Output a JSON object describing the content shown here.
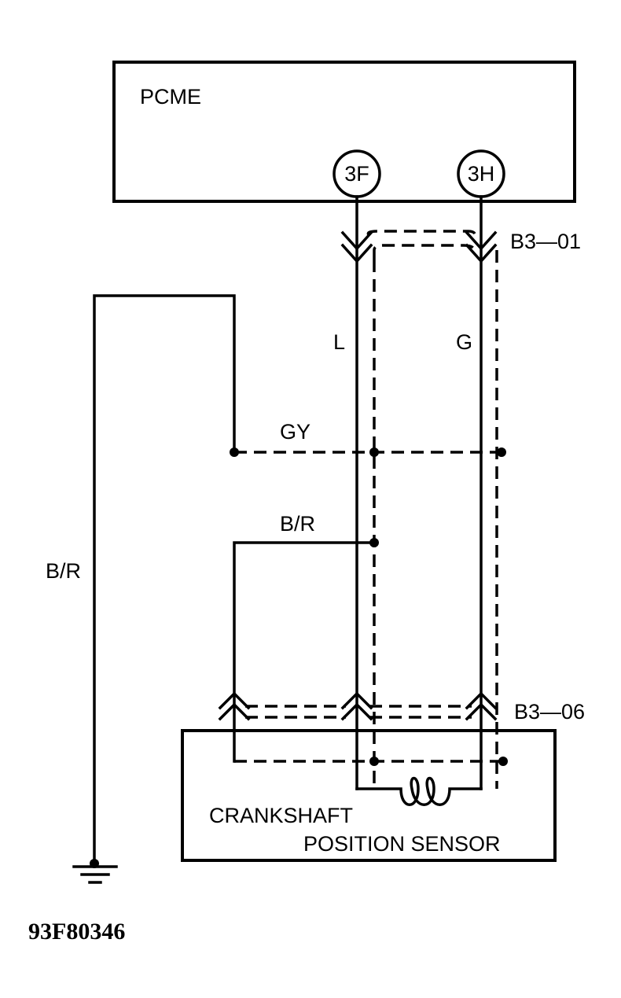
{
  "labels": {
    "pcme": "PCME",
    "pin_3f": "3F",
    "pin_3h": "3H",
    "connector_top": "B3—01",
    "connector_bottom": "B3—06",
    "wire_l": "L",
    "wire_g": "G",
    "wire_gy": "GY",
    "wire_br_inner": "B/R",
    "wire_br_outer": "B/R",
    "sensor_line1": "CRANKSHAFT",
    "sensor_line2": "POSITION SENSOR",
    "figure_id": "93F80346"
  }
}
